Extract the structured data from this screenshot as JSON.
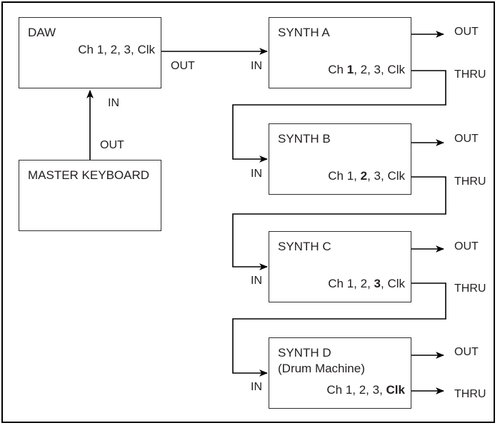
{
  "colors": {
    "background": "#ffffff",
    "frame_border": "#000000",
    "box_border": "#2d2d2d",
    "connector_line": "#000000",
    "text": "#231f20"
  },
  "nodes": {
    "daw": {
      "title": "DAW",
      "ch_prefix": "Ch 1, 2, 3, Clk",
      "ch_bold": "",
      "ch_suffix": "",
      "port_out": "OUT",
      "port_in": "IN"
    },
    "master_keyboard": {
      "title": "MASTER KEYBOARD",
      "port_out": "OUT"
    },
    "synth_a": {
      "title": "SYNTH A",
      "ch_prefix": "Ch ",
      "ch_bold": "1",
      "ch_suffix": ", 2, 3, Clk",
      "port_in": "IN",
      "port_out": "OUT",
      "port_thru": "THRU"
    },
    "synth_b": {
      "title": "SYNTH B",
      "ch_prefix": "Ch 1, ",
      "ch_bold": "2",
      "ch_suffix": ", 3, Clk",
      "port_in": "IN",
      "port_out": "OUT",
      "port_thru": "THRU"
    },
    "synth_c": {
      "title": "SYNTH C",
      "ch_prefix": "Ch 1, 2, ",
      "ch_bold": "3",
      "ch_suffix": ", Clk",
      "port_in": "IN",
      "port_out": "OUT",
      "port_thru": "THRU"
    },
    "synth_d": {
      "title": "SYNTH D",
      "subtitle": "(Drum Machine)",
      "ch_prefix": "Ch 1, 2, 3, ",
      "ch_bold": "Clk",
      "ch_suffix": "",
      "port_in": "IN",
      "port_out": "OUT",
      "port_thru": "THRU"
    }
  },
  "connections": [
    {
      "from": "MASTER KEYBOARD",
      "from_port": "OUT",
      "to": "DAW",
      "to_port": "IN"
    },
    {
      "from": "DAW",
      "from_port": "OUT",
      "to": "SYNTH A",
      "to_port": "IN"
    },
    {
      "from": "SYNTH A",
      "from_port": "THRU",
      "to": "SYNTH B",
      "to_port": "IN"
    },
    {
      "from": "SYNTH B",
      "from_port": "THRU",
      "to": "SYNTH C",
      "to_port": "IN"
    },
    {
      "from": "SYNTH C",
      "from_port": "THRU",
      "to": "SYNTH D",
      "to_port": "IN"
    },
    {
      "from": "SYNTH A",
      "from_port": "OUT",
      "to": null,
      "to_port": null
    },
    {
      "from": "SYNTH B",
      "from_port": "OUT",
      "to": null,
      "to_port": null
    },
    {
      "from": "SYNTH C",
      "from_port": "OUT",
      "to": null,
      "to_port": null
    },
    {
      "from": "SYNTH D",
      "from_port": "OUT",
      "to": null,
      "to_port": null
    },
    {
      "from": "SYNTH D",
      "from_port": "THRU",
      "to": null,
      "to_port": null
    }
  ]
}
